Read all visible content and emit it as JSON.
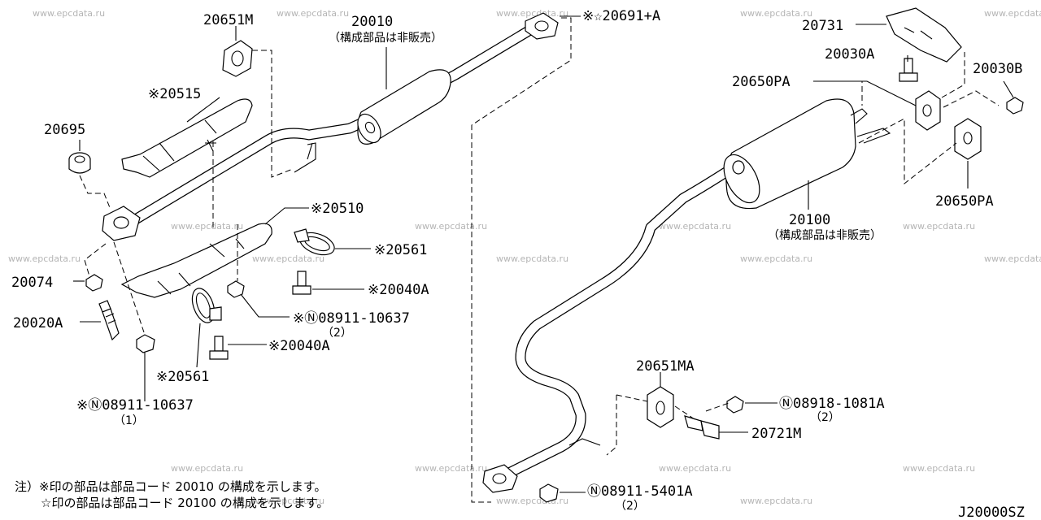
{
  "watermark": "www.epcdata.ru",
  "diagram_code": "J20000SZ",
  "notes": {
    "line1": "注）※印の部品は部品コード 20010 の構成を示します。",
    "line2": "☆印の部品は部品コード 20100 の構成を示します。"
  },
  "labels": {
    "p20651M": "20651M",
    "p20010": "20010",
    "p20010_sub": "（構成部品は非販売）",
    "p20691A": "※☆20691+A",
    "p20515": "※20515",
    "p20695": "20695",
    "p20510": "※20510",
    "p20561a": "※20561",
    "p20040Aa": "※20040A",
    "p08911a": "※Ⓝ08911-10637",
    "p08911a_qty": "（2）",
    "p20074": "20074",
    "p20020A": "20020A",
    "p20040Ab": "※20040A",
    "p20561b": "※20561",
    "p08911b": "※Ⓝ08911-10637",
    "p08911b_qty": "（1）",
    "p20731": "20731",
    "p20030A": "20030A",
    "p20650PAa": "20650PA",
    "p20030B": "20030B",
    "p20650PAb": "20650PA",
    "p20100": "20100",
    "p20100_sub": "（構成部品は非販売）",
    "p20651MA": "20651MA",
    "p08918": "Ⓝ08918-1081A",
    "p08918_qty": "（2）",
    "p20721M": "20721M",
    "p08911c": "Ⓝ08911-5401A",
    "p08911c_qty": "（2）"
  },
  "icons": [
    "front-exhaust-tube",
    "center-muffler",
    "main-muffler",
    "rubber-mount",
    "clamp",
    "bolt",
    "nut",
    "gasket",
    "oxygen-sensor",
    "heat-insulator",
    "bracket"
  ]
}
